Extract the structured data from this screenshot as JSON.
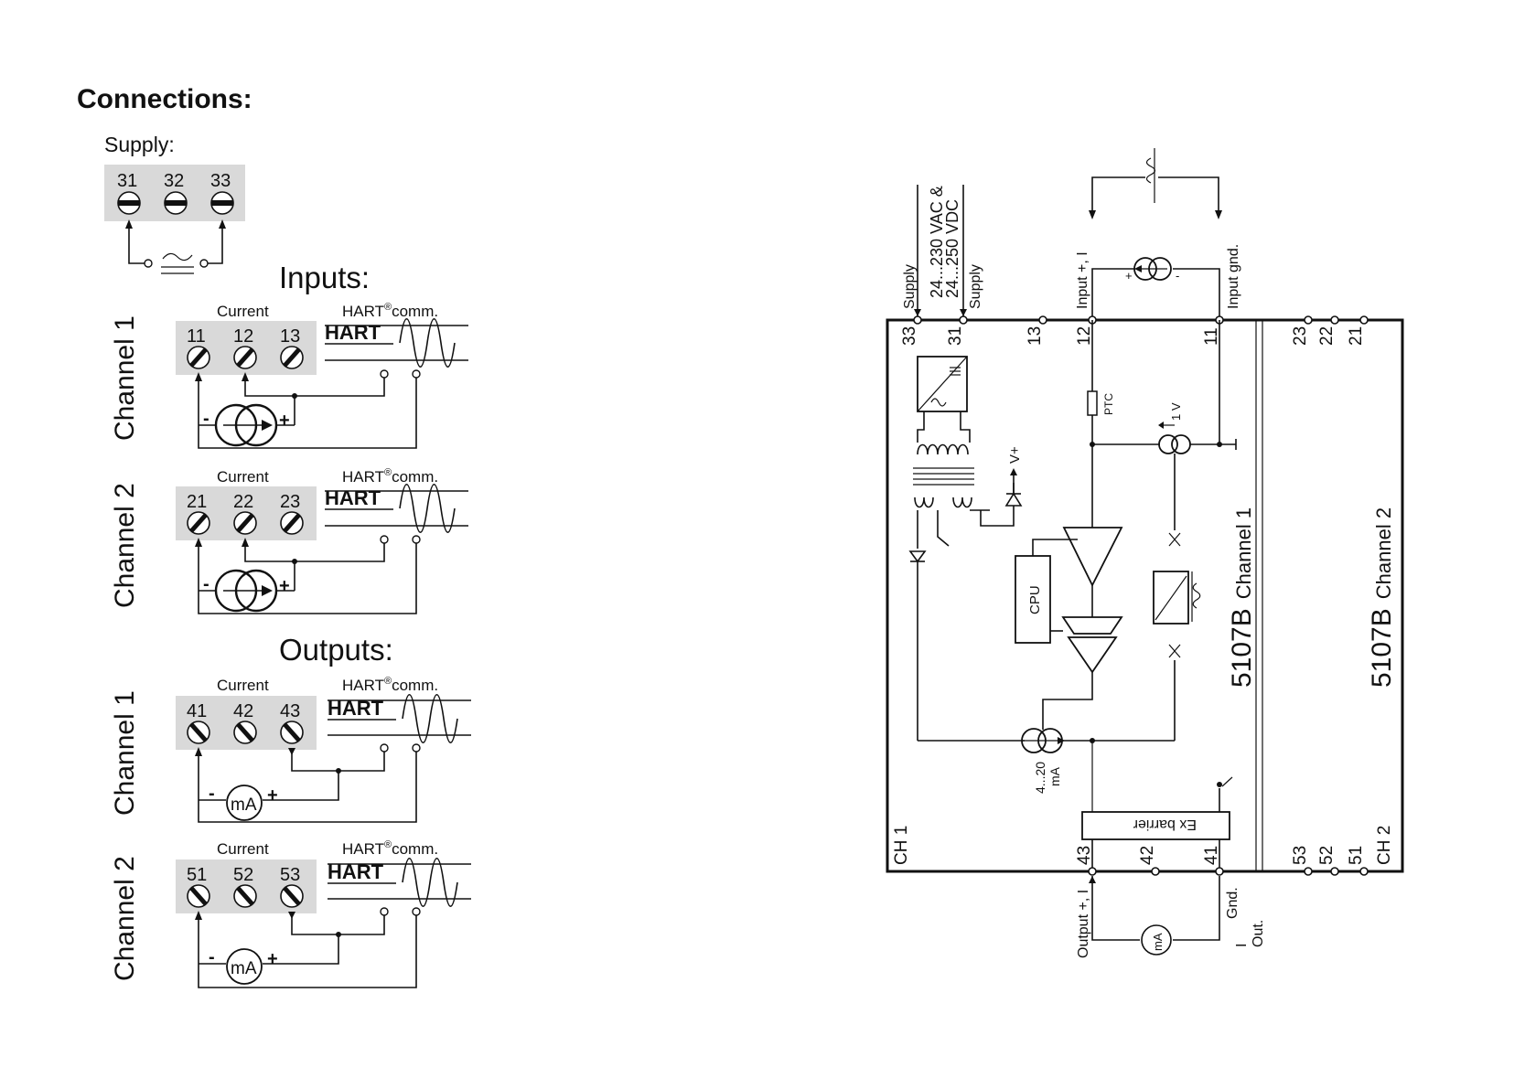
{
  "page_title": "Connections:",
  "supply": {
    "heading": "Supply:",
    "terminals": [
      "31",
      "32",
      "33"
    ]
  },
  "inputs_heading": "Inputs:",
  "outputs_heading": "Outputs:",
  "current_label": "Current",
  "hart_label": "HART",
  "hart_reg": "®",
  "comm_label": "comm.",
  "hart_logo": "HART",
  "mA_label": "mA",
  "minus": "-",
  "plus": "+",
  "inputs": [
    {
      "channel": "Channel 1",
      "terminals": [
        "11",
        "12",
        "13"
      ]
    },
    {
      "channel": "Channel 2",
      "terminals": [
        "21",
        "22",
        "23"
      ]
    }
  ],
  "outputs": [
    {
      "channel": "Channel 1",
      "terminals": [
        "41",
        "42",
        "43"
      ]
    },
    {
      "channel": "Channel 2",
      "terminals": [
        "51",
        "52",
        "53"
      ]
    }
  ],
  "block": {
    "top_terminals": [
      "33",
      "31",
      "13",
      "12",
      "11",
      "23",
      "22",
      "21"
    ],
    "bottom_terminals": [
      "43",
      "42",
      "41",
      "53",
      "52",
      "51"
    ],
    "labels": {
      "supply_a": "Supply",
      "supply_b": "Supply",
      "voltage_1": "24...230 VAC &",
      "voltage_2": "24...250 VDC",
      "input_plus": "Input +, I",
      "input_gnd": "Input gnd.",
      "ptc": "PTC",
      "one_v": "1 V",
      "v_plus": "V+",
      "cpu": "CPU",
      "ma_range": "4...20",
      "ma_unit": "mA",
      "ex_barrier": "Ex barrier",
      "ch1": "CH 1",
      "ch2": "CH 2",
      "model_1": "5107B",
      "channel_1": "Channel 1",
      "model_2": "5107B",
      "channel_2": "Channel 2",
      "output_plus": "Output +, I",
      "gnd": "Gnd.",
      "i_out_i": "I",
      "i_out": "Out.",
      "meter": "mA",
      "src_plus": "+",
      "src_minus": "-"
    }
  }
}
